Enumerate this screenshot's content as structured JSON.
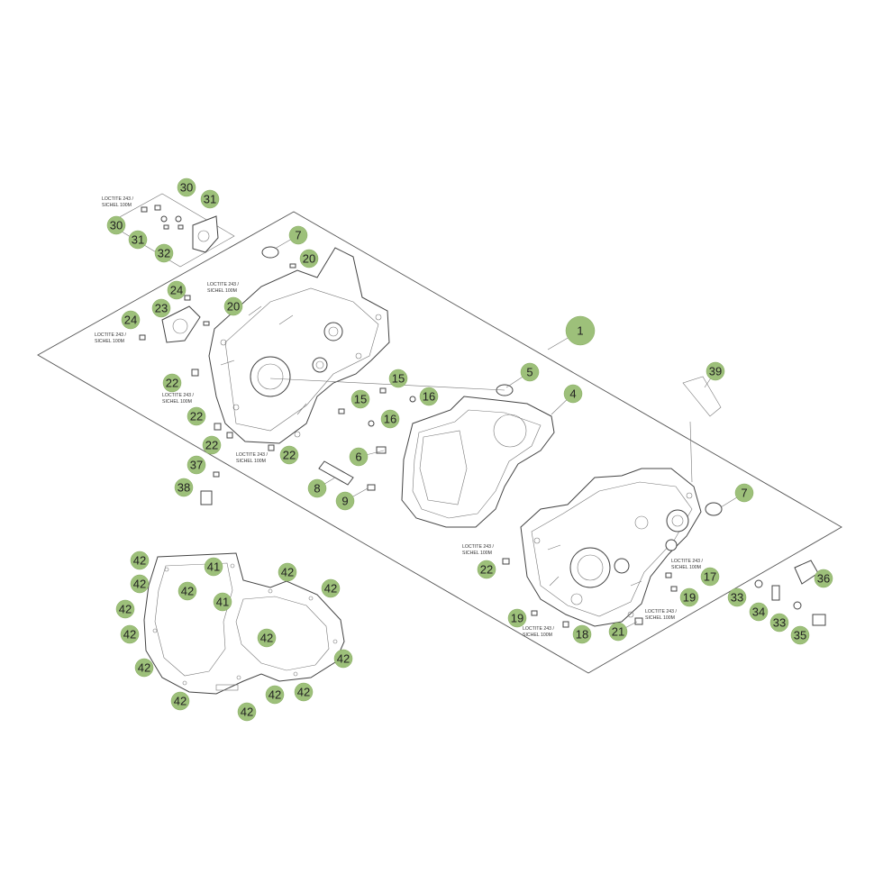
{
  "callouts": [
    {
      "label": "1"
    },
    {
      "label": "4"
    },
    {
      "label": "5"
    },
    {
      "label": "6"
    },
    {
      "label": "7"
    },
    {
      "label": "7"
    },
    {
      "label": "8"
    },
    {
      "label": "9"
    },
    {
      "label": "15"
    },
    {
      "label": "15"
    },
    {
      "label": "16"
    },
    {
      "label": "16"
    },
    {
      "label": "17"
    },
    {
      "label": "18"
    },
    {
      "label": "19"
    },
    {
      "label": "19"
    },
    {
      "label": "20"
    },
    {
      "label": "20"
    },
    {
      "label": "21"
    },
    {
      "label": "22"
    },
    {
      "label": "22"
    },
    {
      "label": "22"
    },
    {
      "label": "22"
    },
    {
      "label": "22"
    },
    {
      "label": "23"
    },
    {
      "label": "24"
    },
    {
      "label": "24"
    },
    {
      "label": "30"
    },
    {
      "label": "30"
    },
    {
      "label": "31"
    },
    {
      "label": "31"
    },
    {
      "label": "32"
    },
    {
      "label": "33"
    },
    {
      "label": "33"
    },
    {
      "label": "34"
    },
    {
      "label": "35"
    },
    {
      "label": "36"
    },
    {
      "label": "37"
    },
    {
      "label": "38"
    },
    {
      "label": "39"
    },
    {
      "label": "41"
    },
    {
      "label": "41"
    },
    {
      "label": "42"
    },
    {
      "label": "42"
    },
    {
      "label": "42"
    },
    {
      "label": "42"
    },
    {
      "label": "42"
    },
    {
      "label": "42"
    },
    {
      "label": "42"
    },
    {
      "label": "42"
    },
    {
      "label": "42"
    },
    {
      "label": "42"
    },
    {
      "label": "42"
    },
    {
      "label": "42"
    },
    {
      "label": "42"
    },
    {
      "label": "42"
    }
  ],
  "notes": {
    "loctite_line1": "LOCTITE 243 /",
    "loctite_line2": "SICHEL 100M"
  }
}
